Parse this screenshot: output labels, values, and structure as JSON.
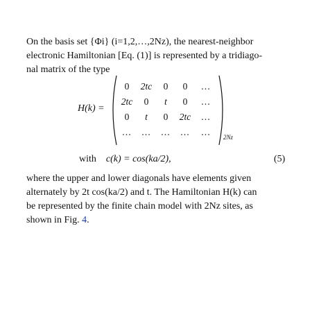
{
  "paragraph1": {
    "line1": "On the basis set {Φi} (i=1,2,…,2Nz), the nearest-neighbor",
    "line2": "electronic Hamiltonian [Eq. (1)] is represented by a tridiago-",
    "line3": "nal matrix of the type"
  },
  "equation": {
    "lhs": "H(k) =",
    "matrix": [
      [
        "0",
        "2tc",
        "0",
        "0",
        "…"
      ],
      [
        "2tc",
        "0",
        "t",
        "0",
        "…"
      ],
      [
        "0",
        "t",
        "0",
        "2tc",
        "…"
      ],
      [
        "…",
        "…",
        "…",
        "…",
        "…"
      ]
    ],
    "size_subscript": "2Nz",
    "with_text": "with",
    "definition": "c(k) = cos(ka/2),",
    "number": "(5)"
  },
  "paragraph2": {
    "line1": "where the upper and lower diagonals have elements given",
    "line2": "alternately by 2t cos(ka/2) and t. The Hamiltonian H(k) can",
    "line3": "be represented by the finite chain model with 2Nz sites, as",
    "line4_prefix": "shown in Fig. ",
    "line4_link": "4",
    "line4_suffix": "."
  },
  "colors": {
    "text": "#111111",
    "link": "#1a3fae",
    "background": "#ffffff"
  }
}
